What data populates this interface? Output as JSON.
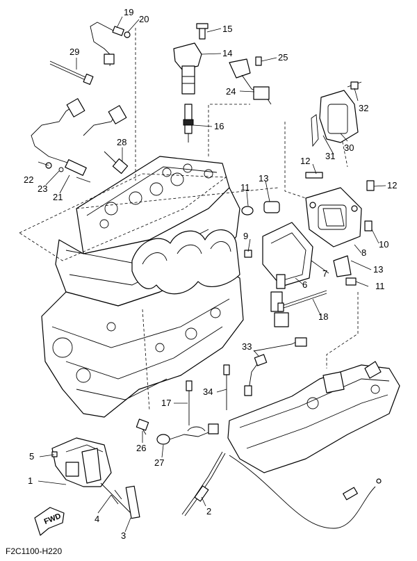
{
  "diagram_code": "F2C1100-H220",
  "fwd_label": "FWD",
  "callouts": {
    "c1": "1",
    "c2": "2",
    "c3": "3",
    "c4": "4",
    "c5": "5",
    "c6": "6",
    "c7": "7",
    "c8": "8",
    "c9": "9",
    "c10": "10",
    "c11a": "11",
    "c11b": "11",
    "c12a": "12",
    "c12b": "12",
    "c13a": "13",
    "c13b": "13",
    "c14": "14",
    "c15": "15",
    "c16": "16",
    "c17": "17",
    "c18": "18",
    "c19": "19",
    "c20": "20",
    "c21": "21",
    "c22": "22",
    "c23": "23",
    "c24": "24",
    "c25": "25",
    "c26": "26",
    "c27": "27",
    "c28": "28",
    "c29": "29",
    "c30": "30",
    "c31": "31",
    "c32": "32",
    "c33": "33",
    "c34": "34"
  }
}
